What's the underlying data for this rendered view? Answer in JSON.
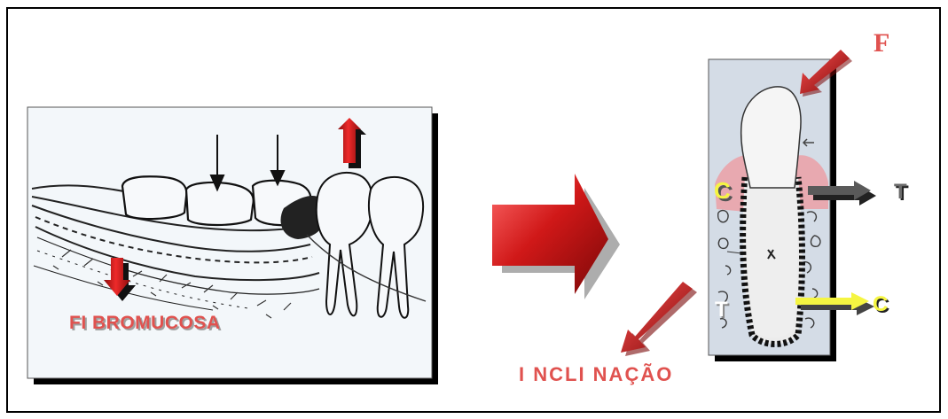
{
  "labels": {
    "fibromucosa": "FI BROMUCOSA",
    "inclinacao": "I NCLI NAÇÃO",
    "force": "F",
    "tension_right": "T",
    "compression_left": "C",
    "tension_left": "T",
    "compression_right": "C"
  },
  "colors": {
    "accent_red": "#e0524f",
    "dark_red": "#a10d0d",
    "arrow_gray": "#555555",
    "yellow": "#f5f542",
    "gum_pink": "#e8a9b0",
    "panel_bg": "#f3f7fa",
    "xray_bg": "#d4dce6"
  }
}
